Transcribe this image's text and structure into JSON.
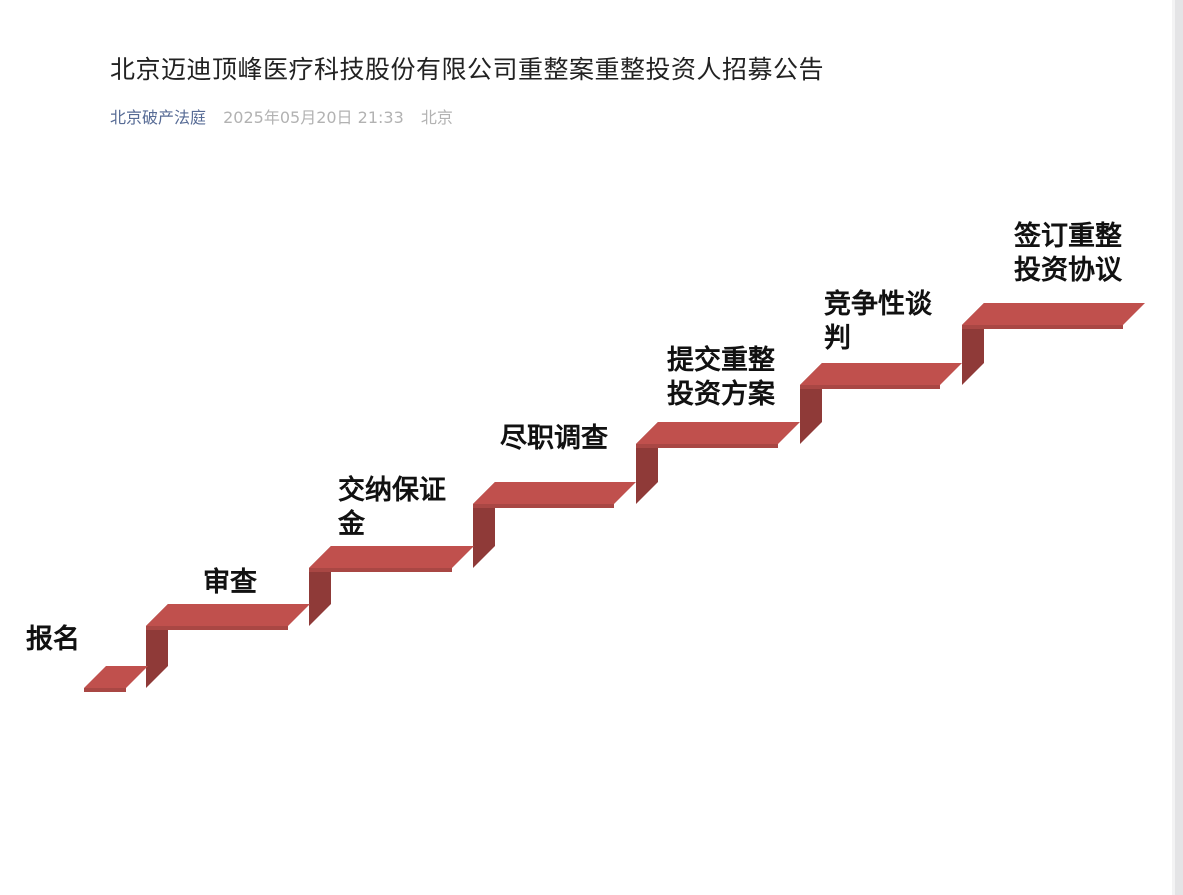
{
  "article": {
    "title": "北京迈迪顶峰医疗科技股份有限公司重整案重整投资人招募公告",
    "source": "北京破产法庭",
    "datetime": "2025年05月20日 21:33",
    "location": "北京"
  },
  "colors": {
    "step_top": "#c0504d",
    "step_front": "#a94744",
    "step_riser": "#8f3a38"
  },
  "diagram": {
    "steps": [
      {
        "label": "报名"
      },
      {
        "label": "审查"
      },
      {
        "label": "交纳保证\n金"
      },
      {
        "label": "尽职调查"
      },
      {
        "label": "提交重整\n投资方案"
      },
      {
        "label": "竞争性谈\n判"
      },
      {
        "label": "签订重整\n投资协议"
      }
    ]
  }
}
